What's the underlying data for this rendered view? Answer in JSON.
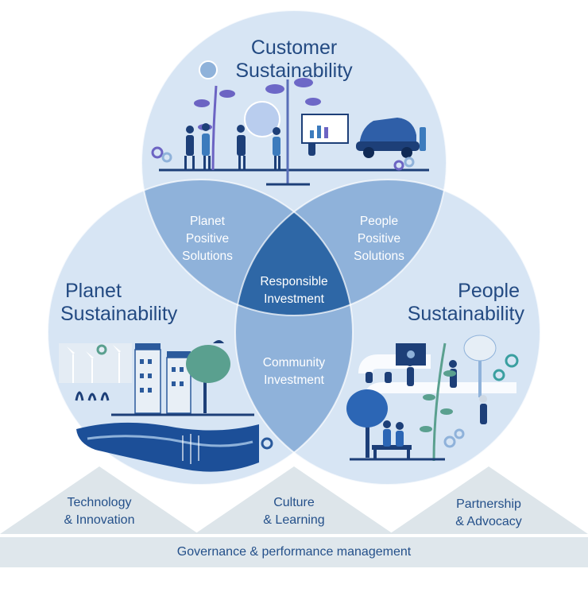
{
  "circles": {
    "customer": {
      "title_line1": "Customer",
      "title_line2": "Sustainability"
    },
    "planet": {
      "title_line1": "Planet",
      "title_line2": "Sustainability"
    },
    "people": {
      "title_line1": "People",
      "title_line2": "Sustainability"
    }
  },
  "overlaps": {
    "planet_positive": {
      "line1": "Planet",
      "line2": "Positive",
      "line3": "Solutions"
    },
    "people_positive": {
      "line1": "People",
      "line2": "Positive",
      "line3": "Solutions"
    },
    "responsible": {
      "line1": "Responsible",
      "line2": "Investment"
    },
    "community": {
      "line1": "Community",
      "line2": "Investment"
    }
  },
  "pillars": [
    {
      "line1": "Technology",
      "line2": "& Innovation"
    },
    {
      "line1": "Culture",
      "line2": "& Learning"
    },
    {
      "line1": "Partnership",
      "line2": "& Advocacy"
    }
  ],
  "foundation": {
    "label": "Governance & performance management"
  },
  "colors": {
    "circle_fill": "#d7e5f4",
    "lens_fill": "#8fb2da",
    "center_fill": "#2e67a6",
    "text_dark": "#234a82",
    "pillar_fill": "#dde5ea",
    "foundation_fill": "#dfe7ec"
  }
}
